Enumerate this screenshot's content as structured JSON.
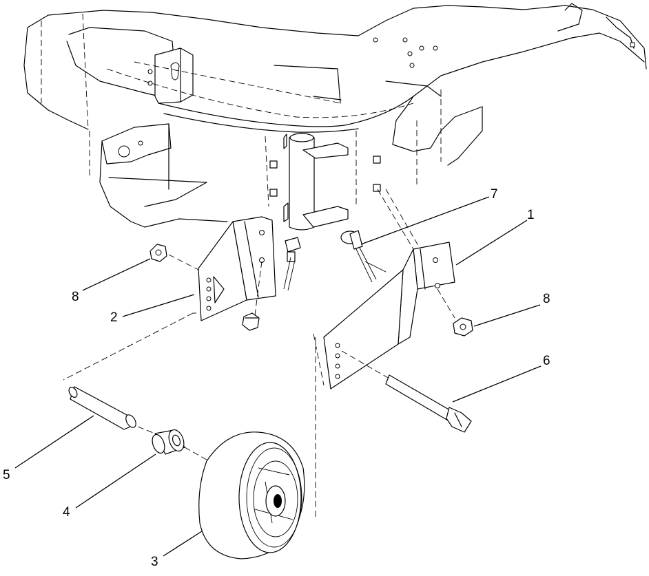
{
  "callouts": [
    {
      "id": "1",
      "label": "1"
    },
    {
      "id": "2",
      "label": "2"
    },
    {
      "id": "3",
      "label": "3"
    },
    {
      "id": "4",
      "label": "4"
    },
    {
      "id": "5",
      "label": "5"
    },
    {
      "id": "6",
      "label": "6"
    },
    {
      "id": "7",
      "label": "7"
    },
    {
      "id": "8a",
      "label": "8"
    },
    {
      "id": "8b",
      "label": "8"
    }
  ]
}
